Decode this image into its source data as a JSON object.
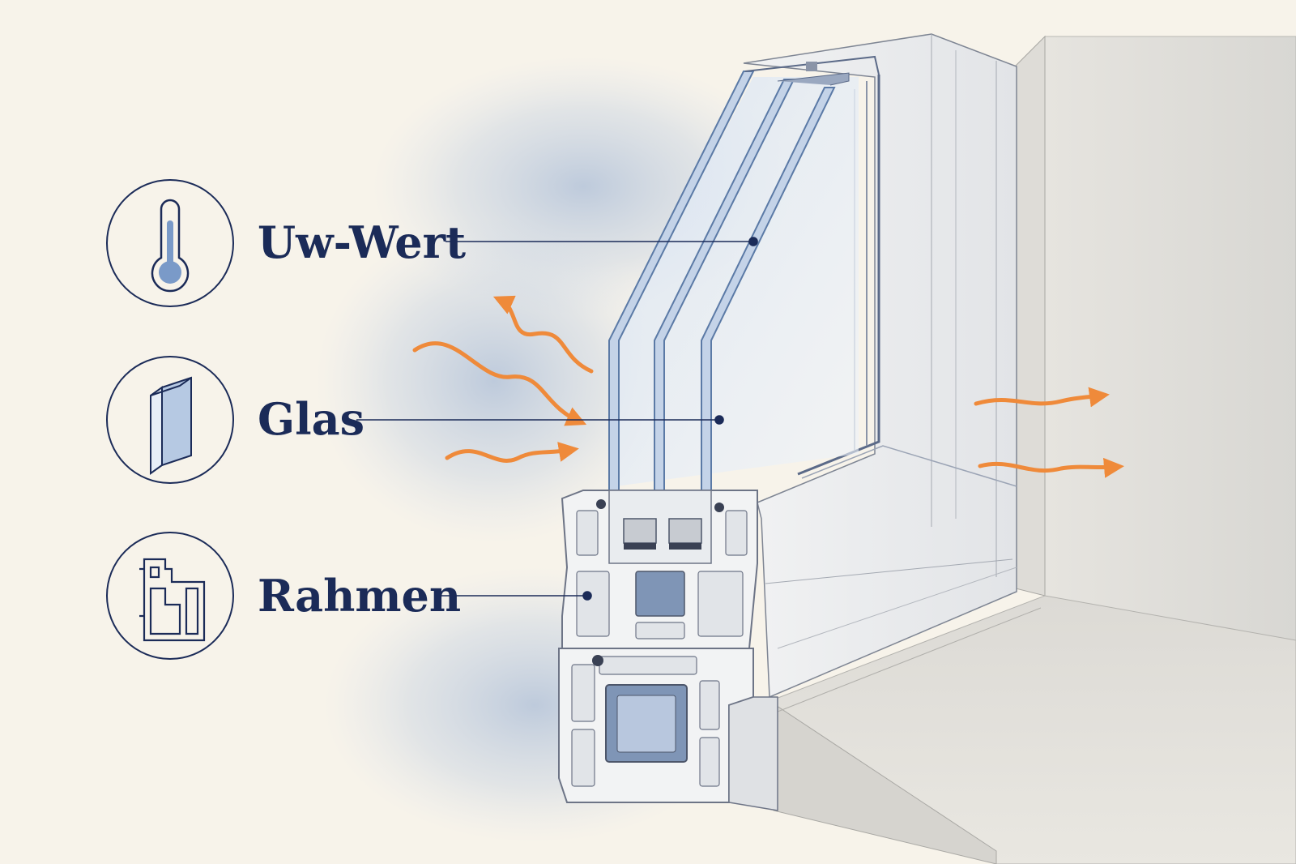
{
  "labels": [
    {
      "id": "uw",
      "text": "Uw-Wert",
      "icon": "thermometer-icon"
    },
    {
      "id": "glas",
      "text": "Glas",
      "icon": "glass-pane-icon"
    },
    {
      "id": "rahmen",
      "text": "Rahmen",
      "icon": "frame-profile-icon"
    }
  ],
  "colors": {
    "background": "#f7f3ea",
    "ink": "#1b2b58",
    "glass": "#5b7aa6",
    "heat": "#ef8a3a",
    "shadow_blue": "#9db4d6"
  }
}
